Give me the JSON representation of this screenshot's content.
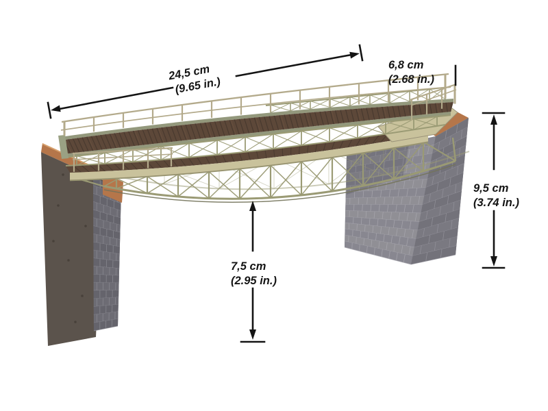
{
  "dimensions": {
    "length": {
      "cm": "24,5 cm",
      "inches": "(9.65 in.)"
    },
    "width": {
      "cm": "6,8 cm",
      "inches": "(2.68 in.)"
    },
    "pier_height": {
      "cm": "9,5 cm",
      "inches": "(3.74 in.)"
    },
    "clearance": {
      "cm": "7,5 cm",
      "inches": "(2.95 in.)"
    }
  },
  "colors": {
    "background": "#ffffff",
    "annotation": "#141414",
    "steel_olive": "#9a9a74",
    "steel_dark": "#73735a",
    "steel_light": "#b9b593",
    "deck_wood": "#5d4839",
    "deck_wood_dark": "#3d322a",
    "deck_wood_light": "#7b5f49",
    "deck_green_edge": "#93987c",
    "beam_khaki": "#c9c29c",
    "railing": "#b3aa8b",
    "stone_light": "#8d8c92",
    "stone_side": "#77767e",
    "stone_dark": "#6c6b73",
    "mortar_light": "#aaa9b0",
    "concrete_dark": "#5b534c",
    "cap_terracotta": "#b5764a",
    "cap_light": "#cf9660"
  }
}
